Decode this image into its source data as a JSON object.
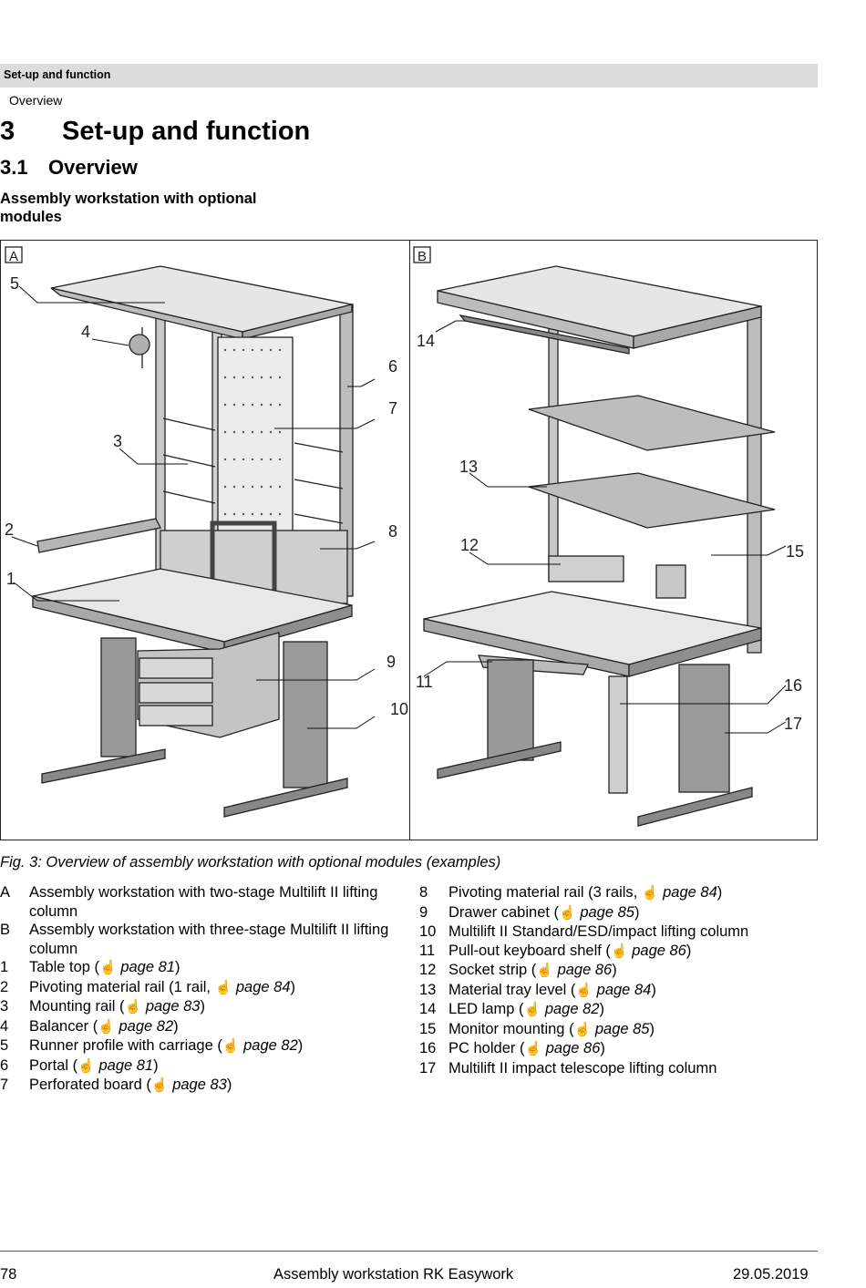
{
  "header": {
    "section": "Set-up and function",
    "subsection": "Overview"
  },
  "heading1": {
    "number": "3",
    "title": "Set-up and function"
  },
  "heading2": {
    "number": "3.1",
    "title": "Overview"
  },
  "heading3": "Assembly workstation with optional modules",
  "figure": {
    "panel_a_label": "A",
    "panel_b_label": "B",
    "callouts_a": [
      "1",
      "2",
      "3",
      "4",
      "5",
      "6",
      "7",
      "8",
      "9",
      "10"
    ],
    "callouts_b": [
      "11",
      "12",
      "13",
      "14",
      "15",
      "16",
      "17"
    ]
  },
  "caption": "Fig. 3: Overview of assembly workstation with optional modules (examples)",
  "legend_left": [
    {
      "key": "A",
      "text": "Assembly workstation with two-stage Multilift II lifting column",
      "ref": ""
    },
    {
      "key": "B",
      "text": "Assembly workstation with three-stage Multilift II lifting column",
      "ref": ""
    },
    {
      "key": "1",
      "text": "Table top (",
      "ref": "page 81",
      "tail": ")"
    },
    {
      "key": "2",
      "text": "Pivoting material rail (1 rail, ",
      "ref": "page 84",
      "tail": ")"
    },
    {
      "key": "3",
      "text": "Mounting rail (",
      "ref": "page 83",
      "tail": ")"
    },
    {
      "key": "4",
      "text": "Balancer (",
      "ref": "page 82",
      "tail": ")"
    },
    {
      "key": "5",
      "text": "Runner profile with carriage (",
      "ref": "page 82",
      "tail": ")"
    },
    {
      "key": "6",
      "text": "Portal (",
      "ref": "page 81",
      "tail": ")"
    },
    {
      "key": "7",
      "text": "Perforated board (",
      "ref": "page 83",
      "tail": ")"
    }
  ],
  "legend_right": [
    {
      "key": "8",
      "text": "Pivoting material rail (3 rails, ",
      "ref": "page 84",
      "tail": ")"
    },
    {
      "key": "9",
      "text": "Drawer cabinet (",
      "ref": "page 85",
      "tail": ")"
    },
    {
      "key": "10",
      "text": "Multilift II Standard/ESD/impact lifting column",
      "ref": ""
    },
    {
      "key": "11",
      "text": "Pull-out keyboard shelf (",
      "ref": "page 86",
      "tail": ")"
    },
    {
      "key": "12",
      "text": "Socket strip (",
      "ref": "page 86",
      "tail": ")"
    },
    {
      "key": "13",
      "text": "Material tray level (",
      "ref": "page 84",
      "tail": ")"
    },
    {
      "key": "14",
      "text": "LED lamp (",
      "ref": "page 82",
      "tail": ")"
    },
    {
      "key": "15",
      "text": "Monitor mounting (",
      "ref": "page 85",
      "tail": ")"
    },
    {
      "key": "16",
      "text": "PC holder (",
      "ref": "page 86",
      "tail": ")"
    },
    {
      "key": "17",
      "text": "Multilift II impact telescope lifting column",
      "ref": ""
    }
  ],
  "footer": {
    "page": "78",
    "title": "Assembly workstation RK Easywork",
    "date": "29.05.2019"
  }
}
